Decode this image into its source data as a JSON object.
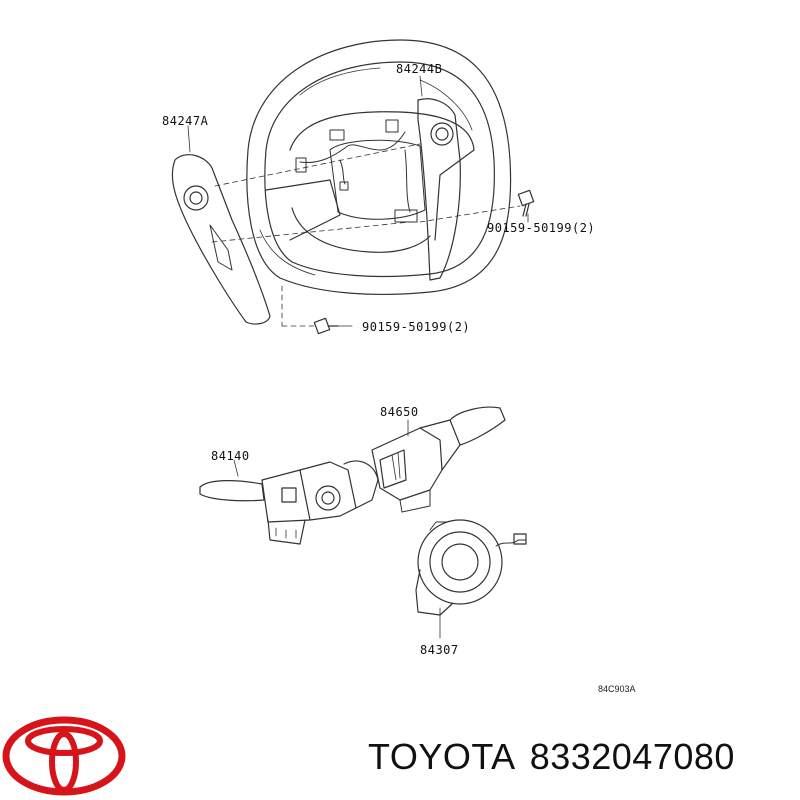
{
  "parts": [
    {
      "id": "label_84244b",
      "number": "84244B"
    },
    {
      "id": "label_84247a",
      "number": "84247A"
    },
    {
      "id": "label_bolt_upper",
      "number": "90159-50199(2)"
    },
    {
      "id": "label_bolt_lower",
      "number": "90159-50199(2)"
    },
    {
      "id": "label_84650",
      "number": "84650"
    },
    {
      "id": "label_84140",
      "number": "84140"
    },
    {
      "id": "label_84307",
      "number": "84307"
    }
  ],
  "drawing_code": "84C903A",
  "brand": {
    "name": "TOYOTA",
    "part_number": "8332047080",
    "logo_color": "#d7141a"
  },
  "line_color": "#333333"
}
